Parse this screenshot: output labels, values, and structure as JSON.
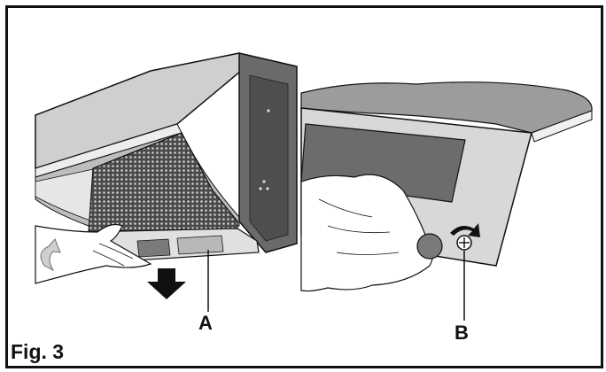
{
  "figure": {
    "caption": "Fig. 3",
    "callouts": {
      "a": "A",
      "b": "B"
    }
  },
  "colors": {
    "border": "#111111",
    "hood_light": "#d4d4d4",
    "hood_mid": "#9a9a9a",
    "hood_dark": "#5a5a5a",
    "filter_mesh": "#6e6e6e",
    "cloth": "#ffffff"
  },
  "icons": [
    "down-arrow-icon",
    "screw-icon",
    "rotation-arrow-icon"
  ]
}
